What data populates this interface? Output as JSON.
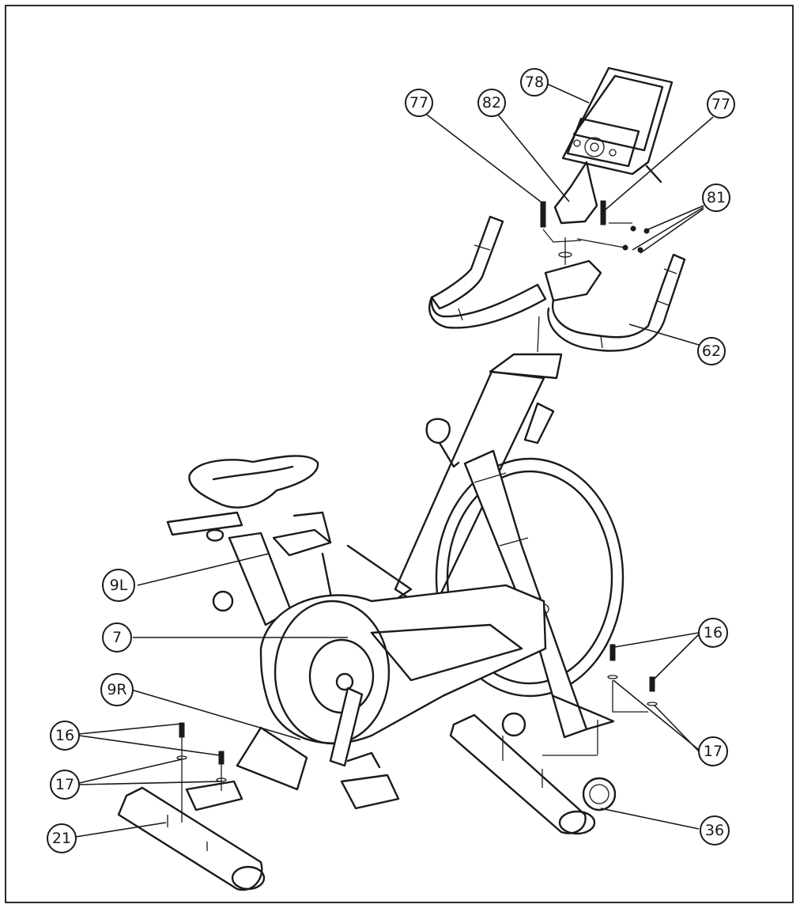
{
  "callouts": [
    {
      "id": "c78",
      "label": "78"
    },
    {
      "id": "c77a",
      "label": "77"
    },
    {
      "id": "c82",
      "label": "82"
    },
    {
      "id": "c77b",
      "label": "77"
    },
    {
      "id": "c81",
      "label": "81"
    },
    {
      "id": "c62",
      "label": "62"
    },
    {
      "id": "c9L",
      "label": "9L"
    },
    {
      "id": "c7",
      "label": "7"
    },
    {
      "id": "c9R",
      "label": "9R"
    },
    {
      "id": "c16a",
      "label": "16"
    },
    {
      "id": "c17a",
      "label": "17"
    },
    {
      "id": "c21",
      "label": "21"
    },
    {
      "id": "c16b",
      "label": "16"
    },
    {
      "id": "c17b",
      "label": "17"
    },
    {
      "id": "c36",
      "label": "36"
    }
  ]
}
